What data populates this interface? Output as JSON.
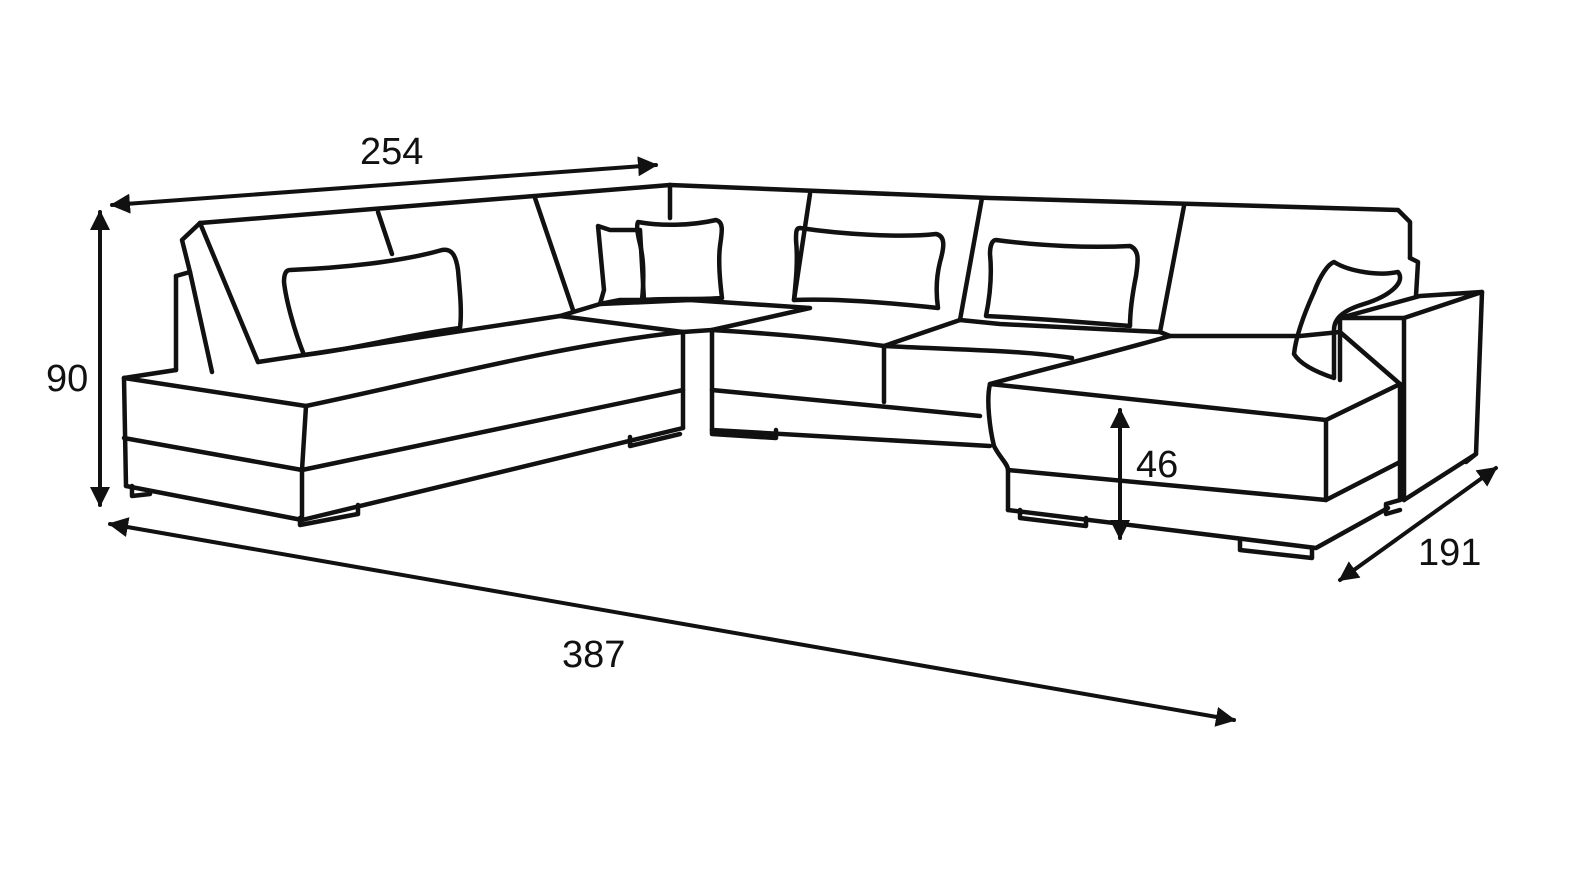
{
  "dimensions": {
    "length": "254",
    "height": "90",
    "seat_height": "46",
    "depth": "191",
    "total_width": "387"
  },
  "colors": {
    "stroke": "#111111",
    "background": "#ffffff"
  }
}
